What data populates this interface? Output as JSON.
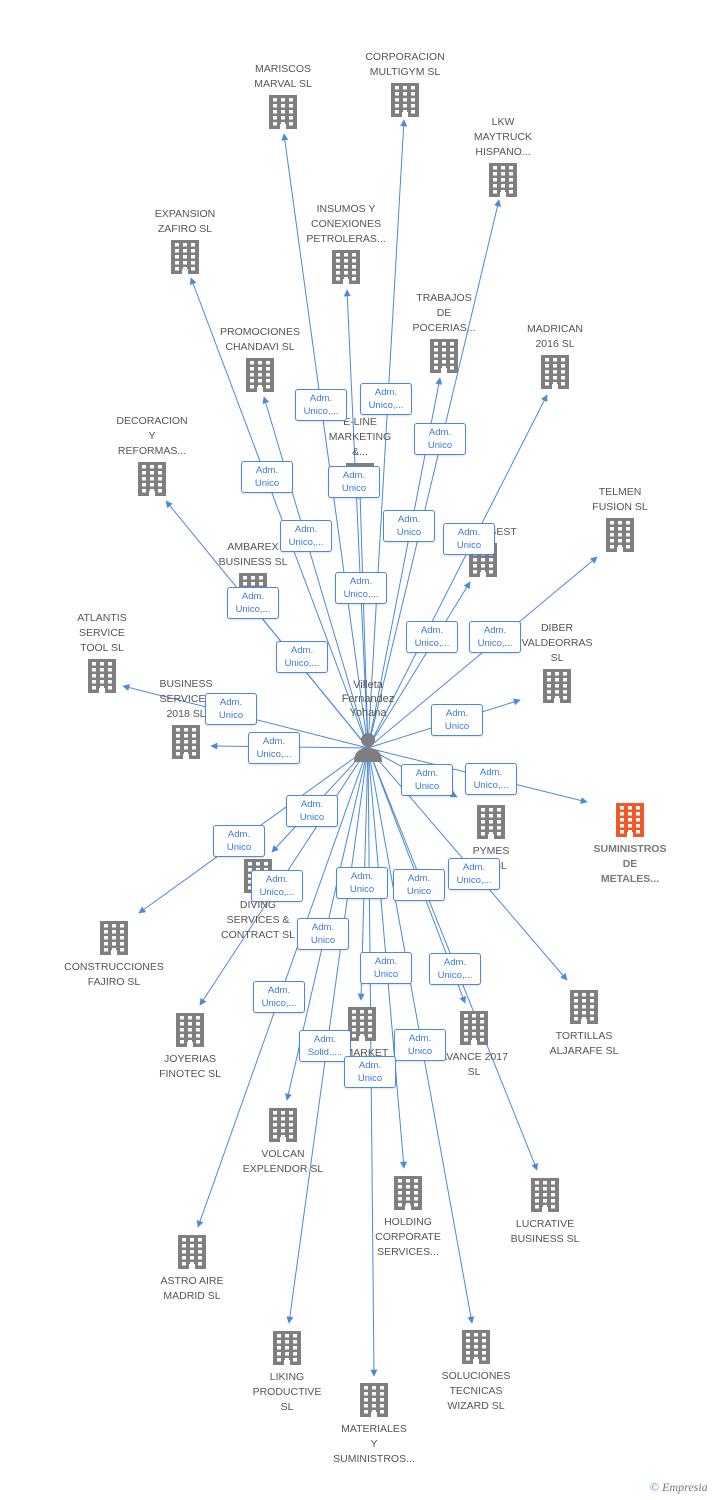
{
  "colors": {
    "edge": "#4a89dc",
    "building": "#7f7f7f",
    "highlight": "#f05a28",
    "person": "#7f7f7f"
  },
  "center": {
    "name_lines": [
      "Villeta",
      "Fernandez",
      "Yohana"
    ],
    "icon": "person-icon"
  },
  "nodes": [
    {
      "id": "mariscos",
      "lines": [
        "MARISCOS",
        "MARVAL  SL"
      ],
      "icon": "building-icon"
    },
    {
      "id": "multigym",
      "lines": [
        "CORPORACION",
        "MULTIGYM SL"
      ],
      "icon": "building-icon"
    },
    {
      "id": "lkw",
      "lines": [
        "LKW",
        "MAYTRUCK",
        "HISPANO..."
      ],
      "icon": "building-icon"
    },
    {
      "id": "insumos",
      "lines": [
        "INSUMOS Y",
        "CONEXIONES",
        "PETROLERAS..."
      ],
      "icon": "building-icon"
    },
    {
      "id": "expansion",
      "lines": [
        "EXPANSION",
        "ZAFIRO  SL"
      ],
      "icon": "building-icon"
    },
    {
      "id": "trabajos",
      "lines": [
        "TRABAJOS",
        "DE",
        "POCERIAS..."
      ],
      "icon": "building-icon"
    },
    {
      "id": "promociones",
      "lines": [
        "PROMOCIONES",
        "CHANDAVI  SL"
      ],
      "icon": "building-icon"
    },
    {
      "id": "madrican",
      "lines": [
        "MADRICAN",
        "2016  SL"
      ],
      "icon": "building-icon"
    },
    {
      "id": "eline",
      "lines": [
        "E-LINE",
        "MARKETING",
        "&..."
      ],
      "icon": "building-icon"
    },
    {
      "id": "decoracion",
      "lines": [
        "DECORACION",
        "Y",
        "REFORMAS..."
      ],
      "icon": "building-icon"
    },
    {
      "id": "telmen",
      "lines": [
        "TELMEN",
        "FUSION  SL"
      ],
      "icon": "building-icon"
    },
    {
      "id": "bormugest",
      "lines": [
        "BORMUGEST"
      ],
      "icon": "building-icon"
    },
    {
      "id": "ambarex",
      "lines": [
        "AMBAREX",
        "BUSINESS  SL"
      ],
      "icon": "building-icon"
    },
    {
      "id": "atlantis",
      "lines": [
        "ATLANTIS",
        "SERVICE",
        "TOOL  SL"
      ],
      "icon": "building-icon"
    },
    {
      "id": "diber",
      "lines": [
        "DIBER",
        "VALDEORRAS",
        "SL"
      ],
      "icon": "building-icon"
    },
    {
      "id": "business2018",
      "lines": [
        "BUSINESS",
        "SERVICES",
        "2018  SL"
      ],
      "icon": "building-icon"
    },
    {
      "id": "suministros",
      "lines": [
        "SUMINISTROS",
        "DE",
        "METALES..."
      ],
      "icon": "building-icon",
      "highlight": true
    },
    {
      "id": "pymes",
      "lines": [
        "PYMES",
        "...E  SL"
      ],
      "icon": "building-icon"
    },
    {
      "id": "diving",
      "lines": [
        "DIVING",
        "SERVICES &",
        "CONTRACT  SL"
      ],
      "icon": "building-icon"
    },
    {
      "id": "fajiro",
      "lines": [
        "CONSTRUCCIONES",
        "FAJIRO  SL"
      ],
      "icon": "building-icon"
    },
    {
      "id": "tortillas",
      "lines": [
        "TORTILLAS",
        "ALJARAFE  SL"
      ],
      "icon": "building-icon"
    },
    {
      "id": "joyerias",
      "lines": [
        "JOYERIAS",
        "FINOTEC  SL"
      ],
      "icon": "building-icon"
    },
    {
      "id": "market",
      "lines": [
        "...MARKET",
        "IBE..."
      ],
      "icon": "building-icon"
    },
    {
      "id": "avance",
      "lines": [
        "AVANCE 2017",
        "SL"
      ],
      "icon": "building-icon"
    },
    {
      "id": "volcan",
      "lines": [
        "VOLCAN",
        "EXPLENDOR  SL"
      ],
      "icon": "building-icon"
    },
    {
      "id": "holding",
      "lines": [
        "HOLDING",
        "CORPORATE",
        "SERVICES..."
      ],
      "icon": "building-icon"
    },
    {
      "id": "lucrative",
      "lines": [
        "LUCRATIVE",
        "BUSINESS  SL"
      ],
      "icon": "building-icon"
    },
    {
      "id": "astro",
      "lines": [
        "ASTRO AIRE",
        "MADRID  SL"
      ],
      "icon": "building-icon"
    },
    {
      "id": "liking",
      "lines": [
        "LIKING",
        "PRODUCTIVE",
        "SL"
      ],
      "icon": "building-icon"
    },
    {
      "id": "soluciones",
      "lines": [
        "SOLUCIONES",
        "TECNICAS",
        "WIZARD  SL"
      ],
      "icon": "building-icon"
    },
    {
      "id": "materiales",
      "lines": [
        "MATERIALES",
        "Y",
        "SUMINISTROS..."
      ],
      "icon": "building-icon"
    }
  ],
  "relations": [
    {
      "target": "mariscos",
      "lines": [
        "Adm.",
        "Unico,..."
      ]
    },
    {
      "target": "multigym",
      "lines": [
        "Adm.",
        "Unico,..."
      ]
    },
    {
      "target": "lkw",
      "lines": [
        "Adm.",
        "Unico"
      ]
    },
    {
      "target": "insumos",
      "lines": [
        "Adm.",
        "Unico"
      ]
    },
    {
      "target": "expansion",
      "lines": [
        "Adm.",
        "Unico"
      ]
    },
    {
      "target": "trabajos",
      "lines": [
        "Adm.",
        "Unico"
      ]
    },
    {
      "target": "promociones",
      "lines": [
        "Adm.",
        "Unico,..."
      ]
    },
    {
      "target": "madrican",
      "lines": [
        "Adm.",
        "Unico"
      ]
    },
    {
      "target": "eline",
      "lines": [
        "Adm.",
        "Unico,..."
      ]
    },
    {
      "target": "decoracion",
      "lines": [
        "Adm.",
        "Unico,..."
      ]
    },
    {
      "target": "telmen",
      "lines": [
        "Adm.",
        "Unico,..."
      ]
    },
    {
      "target": "bormugest",
      "lines": [
        "Adm.",
        "Unico,..."
      ]
    },
    {
      "target": "ambarex",
      "lines": [
        "Adm.",
        "Unico,..."
      ]
    },
    {
      "target": "atlantis",
      "lines": [
        "Adm.",
        "Unico"
      ]
    },
    {
      "target": "diber",
      "lines": [
        "Adm.",
        "Unico"
      ]
    },
    {
      "target": "business2018",
      "lines": [
        "Adm.",
        "Unico,..."
      ]
    },
    {
      "target": "suministros",
      "lines": [
        "Adm.",
        "Unico,..."
      ]
    },
    {
      "target": "pymes",
      "lines": [
        "Adm.",
        "Unico"
      ]
    },
    {
      "target": "diving",
      "lines": [
        "Adm.",
        "Unico,..."
      ]
    },
    {
      "target": "fajiro",
      "lines": [
        "Adm.",
        "Unico"
      ]
    },
    {
      "target": "tortillas",
      "lines": [
        "Adm.",
        "Unico,..."
      ]
    },
    {
      "target": "joyerias",
      "lines": [
        "Adm.",
        "Unico,..."
      ]
    },
    {
      "target": "market",
      "lines": [
        "Adm.",
        "Unico"
      ]
    },
    {
      "target": "avance",
      "lines": [
        "Adm.",
        "Unico,..."
      ]
    },
    {
      "target": "volcan",
      "lines": [
        "Adm.",
        "Unico"
      ]
    },
    {
      "target": "holding",
      "lines": [
        "Adm.",
        "Unico"
      ]
    },
    {
      "target": "lucrative",
      "lines": [
        "Adm.",
        "Unico"
      ]
    },
    {
      "target": "astro",
      "lines": [
        "Adm.",
        "Solid.,..."
      ]
    },
    {
      "target": "liking",
      "lines": [
        "Adm.",
        "Unico"
      ]
    },
    {
      "target": "soluciones",
      "lines": [
        "Adm.",
        "Unico"
      ]
    },
    {
      "target": "materiales",
      "lines": [
        "Adm.",
        "Unico"
      ]
    }
  ],
  "footer": {
    "copyright_symbol": "©",
    "brand": "Empresia"
  }
}
